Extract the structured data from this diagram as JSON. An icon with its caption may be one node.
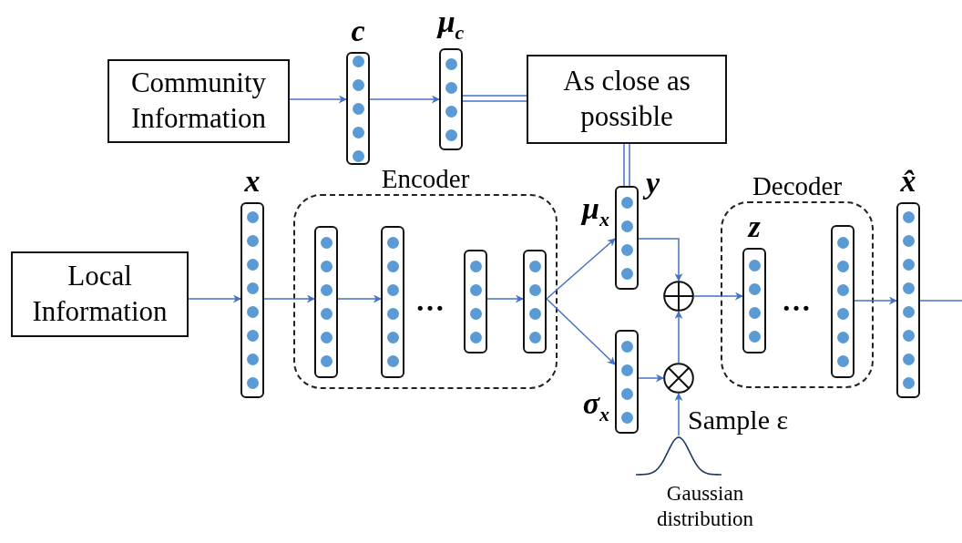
{
  "diagram": {
    "nodes": [
      {
        "text": [
          "Community Information"
        ]
      },
      {
        "text": [
          "c"
        ]
      },
      {
        "text": [
          "μ$_{c}$"
        ]
      },
      {
        "text": [
          "As close as possible"
        ]
      },
      {
        "text": [
          "Local Information"
        ]
      },
      {
        "text": [
          "x"
        ]
      },
      {
        "text": [
          "Encoder"
        ]
      },
      {
        "text": [],
        "shape": "bar",
        "in": 6
      },
      {
        "text": [],
        "shape": "bar",
        "in": 6
      },
      {
        "text": [],
        "shape": "bar",
        "in": 6
      },
      {
        "text": [],
        "shape": "bar",
        "in": 6
      },
      {
        "text": [
          "μ$_{x}$"
        ],
        "beside": [
          "y"
        ]
      },
      {
        "text": [
          "σ$_{x}$"
        ]
      },
      {
        "text": [],
        "shape": "circle"
      },
      {
        "text": [],
        "shape": "circle"
      },
      {
        "text": [
          "Gaussian distribution"
        ]
      },
      {
        "text": [
          "Decoder"
        ]
      },
      {
        "text": [
          "z"
        ],
        "in": 16
      },
      {
        "text": [],
        "shape": "bar",
        "in": 16
      },
      {
        "text": [
          "x̂"
        ]
      }
    ],
    "edges": [
      {
        "from": 0,
        "to": 1,
        "arrow": "to"
      },
      {
        "from": 1,
        "to": 2,
        "arrow": "to"
      },
      {
        "from": 2,
        "to": 3,
        "arrow": "none"
      },
      {
        "from": 11,
        "to": 3,
        "arrow": "none"
      },
      {
        "from": 4,
        "to": 5,
        "arrow": "to"
      },
      {
        "from": 5,
        "to": 7,
        "arrow": "to"
      },
      {
        "from": 7,
        "to": 8,
        "arrow": "to"
      },
      {
        "from": 9,
        "to": 10,
        "arrow": "to"
      },
      {
        "from": 10,
        "to": 11,
        "arrow": "to"
      },
      {
        "from": 10,
        "to": 12,
        "arrow": "to"
      },
      {
        "from": 11,
        "to": 13,
        "arrow": "to"
      },
      {
        "from": 12,
        "to": 14,
        "arrow": "to"
      },
      {
        "from": 14,
        "to": 13,
        "arrow": "to"
      },
      {
        "from": 15,
        "to": 14,
        "arrow": "to",
        "label": "Sample ε"
      },
      {
        "from": 13,
        "to": 17,
        "arrow": "to"
      },
      {
        "from": 18,
        "to": 19,
        "arrow": "to"
      },
      {
        "from": 19,
        "to": null,
        "arrow": "none"
      }
    ],
    "labels": [
      "…",
      "…"
    ]
  }
}
